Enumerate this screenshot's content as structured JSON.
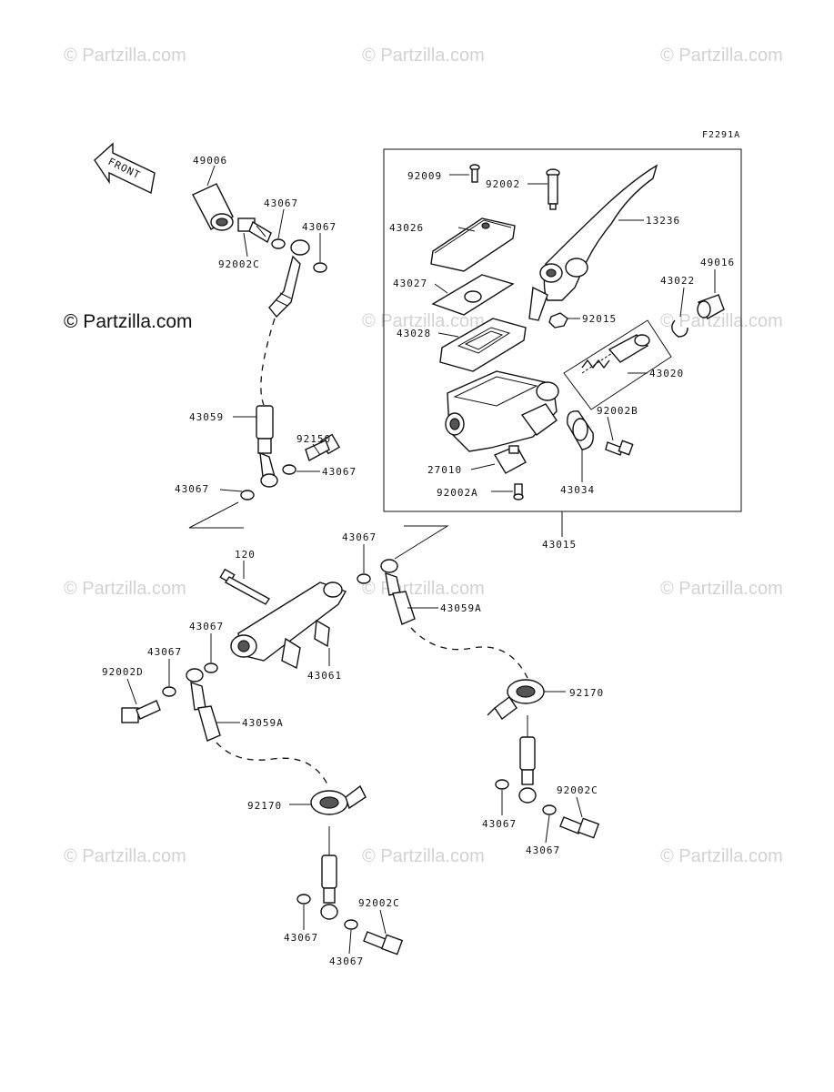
{
  "watermark": "© Partzilla.com",
  "copyright": "© Partzilla.com",
  "figure_code": "F2291A",
  "front_label": "FRONT",
  "parts": {
    "p49006": "49006",
    "p43067_a": "43067",
    "p43067_b": "43067",
    "p92002C_a": "92002C",
    "p43059": "43059",
    "p92150": "92150",
    "p43067_c": "43067",
    "p43067_d": "43067",
    "p120": "120",
    "p43067_e": "43067",
    "p43059A_a": "43059A",
    "p43067_f": "43067",
    "p43067_g": "43067",
    "p92002D": "92002D",
    "p43061": "43061",
    "p43059A_b": "43059A",
    "p92170_a": "92170",
    "p92170_b": "92170",
    "p92002C_b": "92002C",
    "p43067_h": "43067",
    "p43067_i": "43067",
    "p43067_j": "43067",
    "p43067_k": "43067",
    "p92002C_c": "92002C",
    "p92009": "92009",
    "p92002": "92002",
    "p13236": "13236",
    "p43026": "43026",
    "p43027": "43027",
    "p43022": "43022",
    "p49016": "49016",
    "p92015": "92015",
    "p43028": "43028",
    "p43020": "43020",
    "p92002B": "92002B",
    "p27010": "27010",
    "p43034": "43034",
    "p92002A": "92002A",
    "p43015": "43015"
  }
}
